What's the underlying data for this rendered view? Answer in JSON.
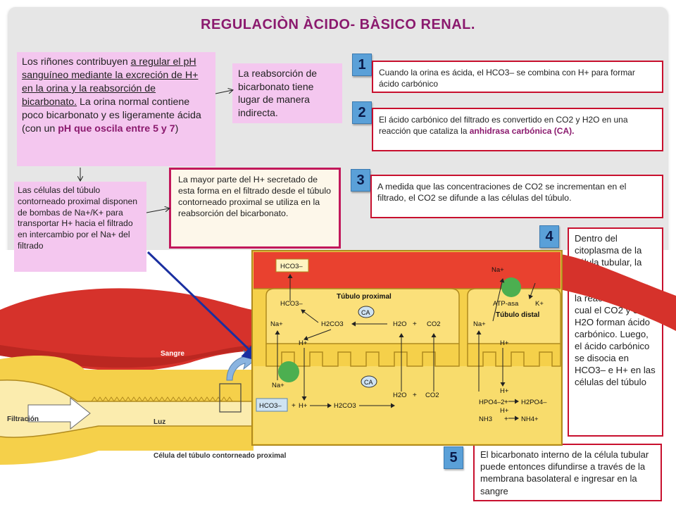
{
  "title": "REGULACIÒN ÀCIDO- BÀSICO RENAL.",
  "intro": {
    "t1": "Los riñones contribuyen ",
    "t2": "a regular el pH sanguíneo mediante la excreción de H+ en la orina y la reabsorción de bicarbonato.",
    "t3": " La orina normal contiene poco bicarbonato y es ligeramente ácida (con un ",
    "t4": "pH que oscila entre 5 y 7",
    "t5": ")"
  },
  "reabsorcion": "La reabsorción de bicarbonato tiene lugar de manera indirecta.",
  "celulas": "Las células del túbulo contorneado proximal disponen de bombas de Na+/K+ para transportar H+ hacia el filtrado en intercambio por el Na+ del filtrado",
  "mayor_parte": " La mayor parte del H+ secretado de esta forma en el filtrado desde el túbulo contorneado proximal se utiliza en la reabsorción del bicarbonato.",
  "steps": [
    {
      "n": "1",
      "text": "Cuando la orina es ácida, el HCO3– se combina con H+ para formar ácido carbónico"
    },
    {
      "n": "2",
      "text_a": "El ácido carbónico del filtrado es convertido en CO2 y H2O en una reacción que cataliza la ",
      "text_b": "anhidrasa carbónica (CA).",
      "text_c": ""
    },
    {
      "n": "3",
      "text": "A medida que las concentraciones de CO2 se incrementan en el filtrado, el CO2 se  difunde a las células del túbulo."
    },
    {
      "n": "4",
      "text": "Dentro del citoplasma de la célula tubular, la anhidrasa carbónica cataliza la reacción en la cual el CO2 y el H2O forman ácido carbónico. Luego, el ácido carbónico se disocia en HCO3– e H+ en las células del túbulo"
    },
    {
      "n": "5",
      "text": " El bicarbonato interno de la célula tubular puede entonces difundirse a través de la membrana basolateral e ingresar en la sangre"
    }
  ],
  "diagram": {
    "labels": {
      "sangre": "Sangre",
      "filtracion": "Filtración",
      "luz": "Luz",
      "celula": "Célula del túbulo contorneado proximal",
      "tubulo_proximal": "Túbulo proximal",
      "tubulo_distal": "Túbulo distal",
      "atpasa": "ATP-asa",
      "ca1": "CA",
      "ca2": "CA",
      "hco3_top": "HCO3–",
      "hco3_mid": "HCO3–",
      "hco3_bot": "HCO3–",
      "na_a": "Na+",
      "na_b": "Na+",
      "na_c": "Na+",
      "na_d": "Na+",
      "h_a": "H+",
      "h_b": "H+",
      "h_c": "H+",
      "h_d": "H+",
      "h_e": "H+",
      "k": "K+",
      "h2co3_a": "H2CO3",
      "h2co3_b": "H2CO3",
      "h2o_a": "H2O",
      "h2o_b": "H2O",
      "co2_a": "CO2",
      "co2_b": "CO2",
      "plus_a": "+",
      "plus_b": "+",
      "plus_c": "+",
      "plus_d": "+",
      "plus_e": "+",
      "hpo4": "HPO4–2",
      "h2po4": "H2PO4–",
      "nh3": "NH3",
      "nh4": "NH4+"
    }
  },
  "colors": {
    "title": "#8b1a6e",
    "pink_box": "#f4c7ef",
    "red_border": "#c8102e",
    "number_badge": "#5aa0d8",
    "blood": "#d6322b",
    "cell_yellow": "#f5d04a",
    "tubule_border": "#b08a1e"
  }
}
